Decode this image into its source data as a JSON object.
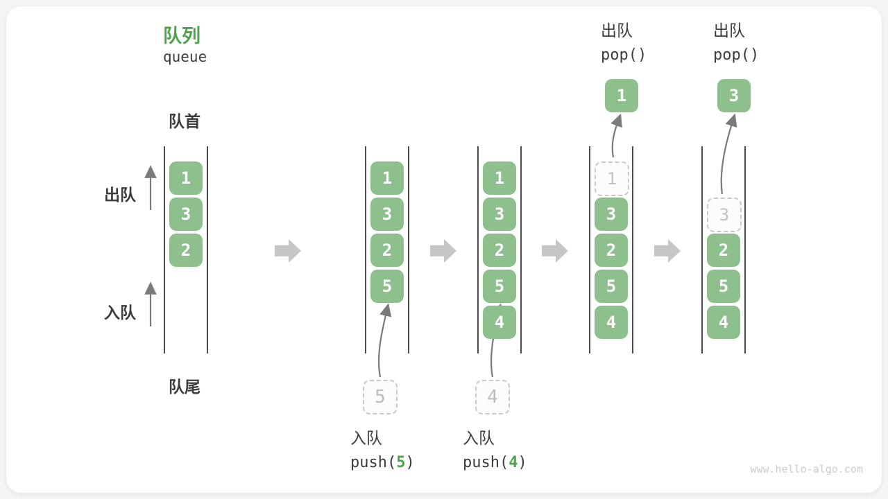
{
  "title": {
    "zh": "队列",
    "en": "queue"
  },
  "side": {
    "front": "队首",
    "dequeue": "出队",
    "enqueue": "入队",
    "rear": "队尾"
  },
  "watermark": "www.hello-algo.com",
  "colors": {
    "box_green": "#8dc08d",
    "accent_green": "#4ba34b",
    "wall_gray": "#4c4c4c",
    "thin_arrow_gray": "#7a7a7a",
    "block_arrow_gray": "#c6c6c6",
    "dashed_border": "#c9c9c9",
    "dashed_text": "#c2c2c2",
    "watermark_gray": "#cccccc"
  },
  "states": [
    {
      "slots": [
        {
          "row": 0,
          "value": "1",
          "style": "filled"
        },
        {
          "row": 1,
          "value": "3",
          "style": "filled"
        },
        {
          "row": 2,
          "value": "2",
          "style": "filled"
        }
      ]
    },
    {
      "slots": [
        {
          "row": 0,
          "value": "1",
          "style": "filled"
        },
        {
          "row": 1,
          "value": "3",
          "style": "filled"
        },
        {
          "row": 2,
          "value": "2",
          "style": "filled"
        },
        {
          "row": 3,
          "value": "5",
          "style": "filled"
        }
      ],
      "incoming": {
        "value": "5"
      },
      "caption": {
        "action": "入队",
        "code_pre": "push(",
        "code_arg": "5",
        "code_post": ")"
      }
    },
    {
      "slots": [
        {
          "row": 0,
          "value": "1",
          "style": "filled"
        },
        {
          "row": 1,
          "value": "3",
          "style": "filled"
        },
        {
          "row": 2,
          "value": "2",
          "style": "filled"
        },
        {
          "row": 3,
          "value": "5",
          "style": "filled"
        },
        {
          "row": 4,
          "value": "4",
          "style": "filled"
        }
      ],
      "incoming": {
        "value": "4"
      },
      "caption": {
        "action": "入队",
        "code_pre": "push(",
        "code_arg": "4",
        "code_post": ")"
      }
    },
    {
      "slots": [
        {
          "row": 0,
          "value": "1",
          "style": "dashed"
        },
        {
          "row": 1,
          "value": "3",
          "style": "filled"
        },
        {
          "row": 2,
          "value": "2",
          "style": "filled"
        },
        {
          "row": 3,
          "value": "5",
          "style": "filled"
        },
        {
          "row": 4,
          "value": "4",
          "style": "filled"
        }
      ],
      "popped": {
        "value": "1"
      },
      "header": {
        "action": "出队",
        "code": "pop()"
      }
    },
    {
      "slots": [
        {
          "row": 1,
          "value": "3",
          "style": "dashed"
        },
        {
          "row": 2,
          "value": "2",
          "style": "filled"
        },
        {
          "row": 3,
          "value": "5",
          "style": "filled"
        },
        {
          "row": 4,
          "value": "4",
          "style": "filled"
        }
      ],
      "popped": {
        "value": "3"
      },
      "header": {
        "action": "出队",
        "code": "pop()"
      }
    }
  ]
}
